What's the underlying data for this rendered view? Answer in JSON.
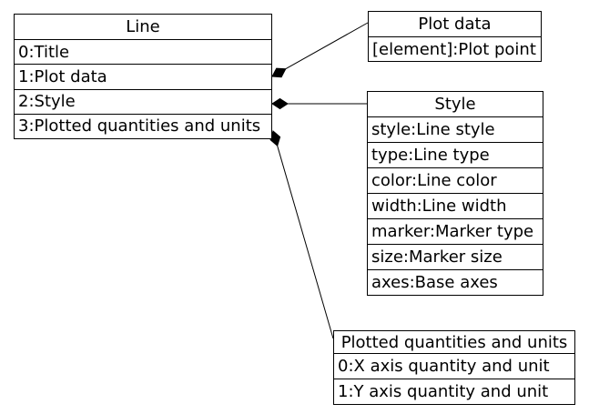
{
  "colors": {
    "background": "#ffffff",
    "text": "#000000",
    "border": "#000000",
    "diamond_fill": "#000000"
  },
  "boxes": {
    "line": {
      "title": "Line",
      "rows": [
        "0:Title",
        "1:Plot data",
        "2:Style",
        "3:Plotted quantities and units"
      ]
    },
    "plot_data": {
      "title": "Plot data",
      "rows": [
        "[element]:Plot point"
      ]
    },
    "style": {
      "title": "Style",
      "rows": [
        "style:Line style",
        "type:Line type",
        "color:Line color",
        "width:Line width",
        "marker:Marker type",
        "size:Marker size",
        "axes:Base axes"
      ]
    },
    "plotted_quantities": {
      "title": "Plotted quantities and units",
      "rows": [
        "0:X axis quantity and unit",
        "1:Y axis quantity and unit"
      ]
    }
  }
}
